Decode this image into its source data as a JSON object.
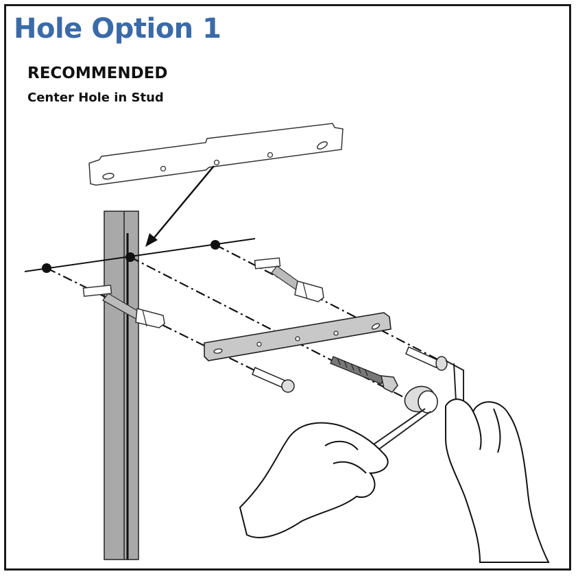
{
  "diagram": {
    "title": "Hole Option 1",
    "subtitle": "RECOMMENDED",
    "caption": "Center Hole in Stud"
  },
  "colors": {
    "title": "#3b6aa8",
    "stud": "#a9a9a9",
    "line": "#111111"
  }
}
